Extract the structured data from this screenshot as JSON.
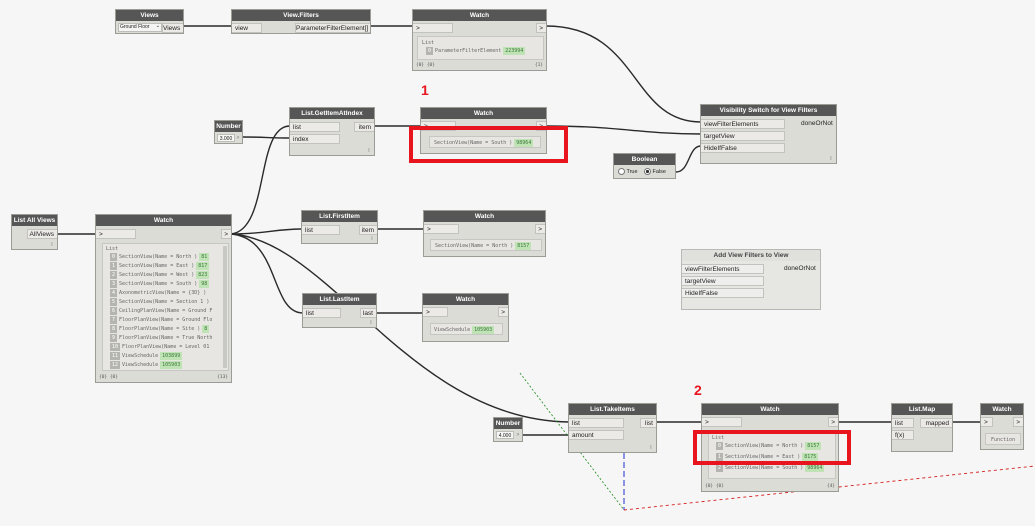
{
  "annotations": {
    "one": "1",
    "two": "2"
  },
  "views_node": {
    "title": "Views",
    "dropdown": "Ground Floor",
    "chevron": "⌄",
    "out": "Views"
  },
  "view_filters": {
    "title": "View.Filters",
    "in": "view",
    "out": "ParameterFilterElement[]"
  },
  "watch_top": {
    "title": "Watch",
    "list": "List",
    "item_index": "0",
    "item_text": "ParameterFilterElement",
    "item_value": "223994",
    "footer": "{0} {0}",
    "count": "{1}"
  },
  "number_a": {
    "title": "Number",
    "value": "3.000"
  },
  "get_item": {
    "title": "List.GetItemAtIndex",
    "in1": "list",
    "in2": "index",
    "out": "item"
  },
  "watch_south": {
    "title": "Watch",
    "text": "SectionView(Name = South )",
    "value": "98964"
  },
  "vis_switch": {
    "title": "Visibility Switch for View Filters",
    "in1": "viewFilterElements",
    "in2": "targetView",
    "in3": "HideIfFalse",
    "out": "doneOrNot"
  },
  "boolean": {
    "title": "Boolean",
    "true_label": "True",
    "false_label": "False"
  },
  "list_all_views": {
    "title": "List All Views",
    "out": "AllViews"
  },
  "watch_big": {
    "title": "Watch",
    "list": "List",
    "items": [
      {
        "i": "0",
        "t": "SectionView(Name = North )",
        "v": "81"
      },
      {
        "i": "1",
        "t": "SectionView(Name = East )",
        "v": "817"
      },
      {
        "i": "2",
        "t": "SectionView(Name = West )",
        "v": "823"
      },
      {
        "i": "3",
        "t": "SectionView(Name = South )",
        "v": "98"
      },
      {
        "i": "4",
        "t": "AxonometricView(Name = {3D} )",
        "v": ""
      },
      {
        "i": "5",
        "t": "SectionView(Name = Section 1 )",
        "v": ""
      },
      {
        "i": "6",
        "t": "CeilingPlanView(Name = Ground F",
        "v": ""
      },
      {
        "i": "7",
        "t": "FloorPlanView(Name = Ground Flo",
        "v": ""
      },
      {
        "i": "8",
        "t": "FloorPlanView(Name = Site )",
        "v": "8"
      },
      {
        "i": "9",
        "t": "FloorPlanView(Name = True North",
        "v": ""
      },
      {
        "i": "10",
        "t": "FloorPlanView(Name = Level 01",
        "v": ""
      },
      {
        "i": "11",
        "t": "ViewSchedule",
        "v": "103899"
      },
      {
        "i": "12",
        "t": "ViewSchedule",
        "v": "105903"
      }
    ],
    "footer": "{0} {0}",
    "count": "{13}"
  },
  "first_item": {
    "title": "List.FirstItem",
    "in": "list",
    "out": "item"
  },
  "watch_north": {
    "title": "Watch",
    "text": "SectionView(Name = North )",
    "value": "8157"
  },
  "add_view_filters": {
    "title": "Add View Filters to View",
    "in1": "viewFilterElements",
    "in2": "targetView",
    "in3": "HideIfFalse",
    "out": "doneOrNot"
  },
  "last_item": {
    "title": "List.LastItem",
    "in": "list",
    "out": "last"
  },
  "watch_sched": {
    "title": "Watch",
    "text": "ViewSchedule",
    "value": "105903"
  },
  "number_b": {
    "title": "Number",
    "value": "4.000"
  },
  "take_items": {
    "title": "List.TakeItems",
    "in1": "list",
    "in2": "amount",
    "out": "list"
  },
  "watch_take": {
    "title": "Watch",
    "list": "List",
    "items": [
      {
        "i": "0",
        "t": "SectionView(Name = North )",
        "v": "8157"
      },
      {
        "i": "1",
        "t": "SectionView(Name = East )",
        "v": "8175"
      },
      {
        "i": "2",
        "t": "SectionView(Name = South )",
        "v": "98964"
      }
    ],
    "footer": "{0} {0}",
    "count": "{4}"
  },
  "list_map": {
    "title": "List.Map",
    "in1": "list",
    "in2": "f(x)",
    "out": "mapped"
  },
  "watch_func": {
    "title": "Watch",
    "text": "Function"
  },
  "port_glyph": ">",
  "pin_glyph": "I"
}
